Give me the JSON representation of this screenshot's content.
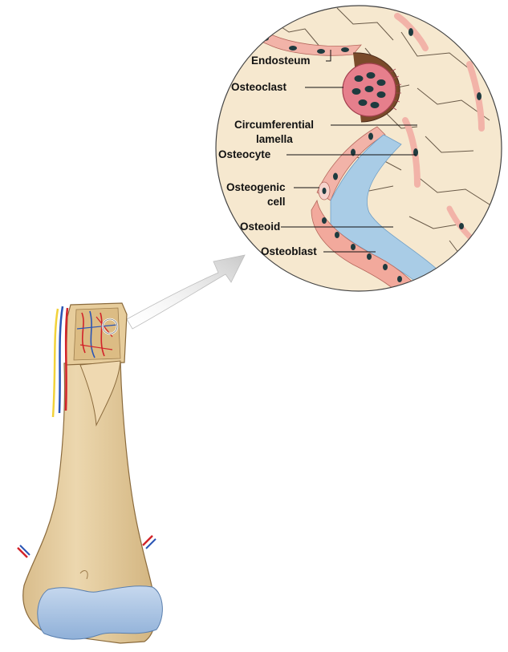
{
  "labels": {
    "endosteum": "Endosteum",
    "osteoclast": "Osteoclast",
    "circumferential_1": "Circumferential",
    "circumferential_2": "lamella",
    "osteocyte": "Osteocyte",
    "osteogenic_1": "Osteogenic",
    "osteogenic_2": "cell",
    "osteoid": "Osteoid",
    "osteoblast": "Osteoblast"
  },
  "colors": {
    "bone": "#e9d3a8",
    "bone_shadow": "#cfb27d",
    "matrix": "#f6e8cf",
    "cell_pink": "#f2b3a8",
    "cell_nucleus": "#1f3b3f",
    "osteoid_blue": "#a9cce6",
    "cartilage": "#a8c3e3",
    "artery": "#d2232a",
    "vein": "#2a55b5",
    "nerve": "#f2d23a"
  }
}
